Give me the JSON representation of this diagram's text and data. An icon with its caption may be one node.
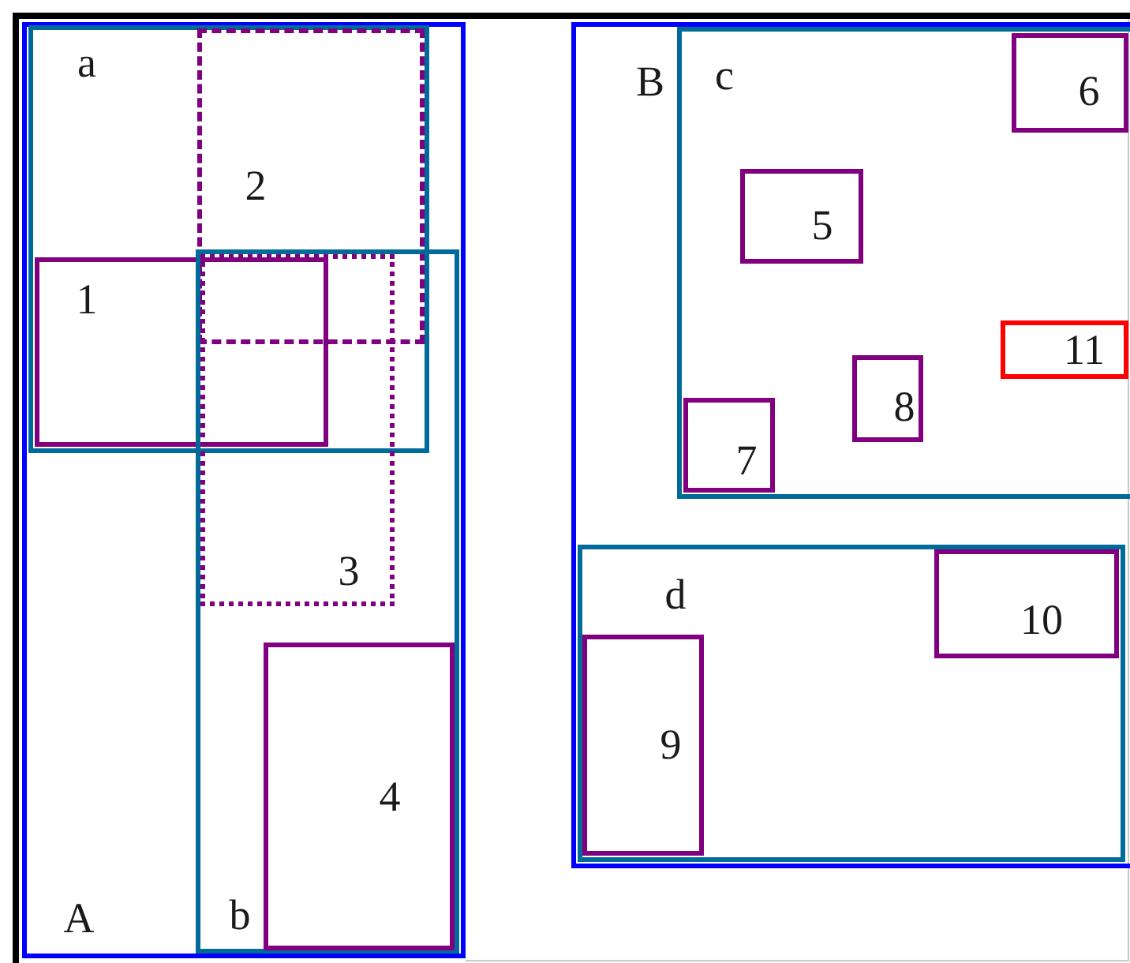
{
  "diagram": {
    "nodes": [
      {
        "text": [
          "A"
        ]
      },
      {
        "text": [
          "a"
        ],
        "in": 0
      },
      {
        "text": [
          "1"
        ],
        "in": 1
      },
      {
        "text": [
          "2"
        ],
        "in": 1
      },
      {
        "text": [
          "b"
        ],
        "in": 0
      },
      {
        "text": [
          "3"
        ],
        "in": 4
      },
      {
        "text": [
          "4"
        ],
        "in": 4
      },
      {
        "text": [
          "B"
        ]
      },
      {
        "text": [
          "c"
        ],
        "in": 7
      },
      {
        "text": [
          "6"
        ],
        "in": 8
      },
      {
        "text": [
          "5"
        ],
        "in": 8
      },
      {
        "text": [
          "11"
        ],
        "in": 8
      },
      {
        "text": [
          "8"
        ],
        "in": 8
      },
      {
        "text": [
          "7"
        ],
        "in": 8
      },
      {
        "text": [
          "d"
        ],
        "in": 7
      },
      {
        "text": [
          "10"
        ],
        "in": 14
      },
      {
        "text": [
          "9"
        ],
        "in": 14
      }
    ]
  }
}
